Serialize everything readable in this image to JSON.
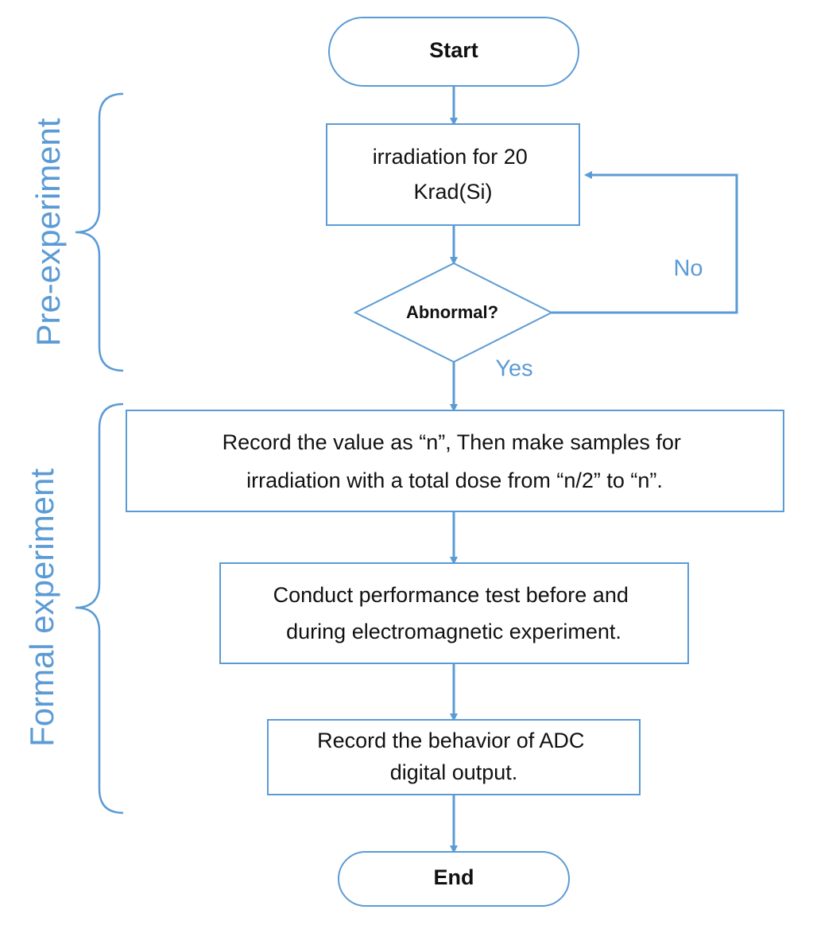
{
  "colors": {
    "line": "#5b9bd5",
    "box_border": "#5b9bd5",
    "box_fill": "#ffffff",
    "text": "#111111",
    "label": "#5b9bd5"
  },
  "nodes": {
    "start": "Start",
    "irradiation": [
      "irradiation for 20",
      "Krad(Si)"
    ],
    "decision": "Abnormal?",
    "record_value": [
      "Record the value as “n”, Then make samples for",
      "irradiation with a total dose from “n/2” to “n”."
    ],
    "performance_test": [
      "Conduct performance test before and",
      "during electromagnetic experiment."
    ],
    "record_behavior": [
      "Record the behavior of ADC",
      "digital output."
    ],
    "end": "End"
  },
  "edge_labels": {
    "no": "No",
    "yes": "Yes"
  },
  "phases": {
    "pre": "Pre-experiment",
    "formal": "Formal experiment"
  }
}
